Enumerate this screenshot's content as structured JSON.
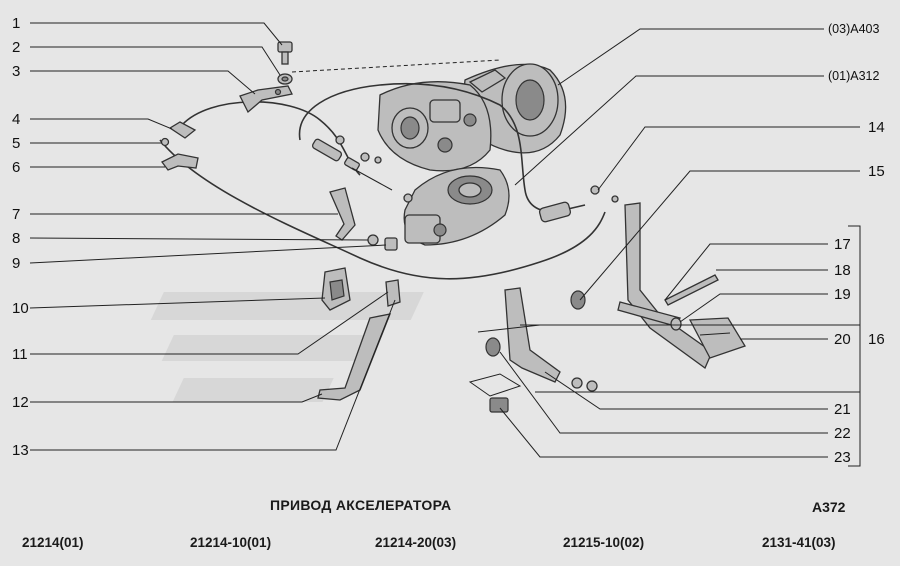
{
  "labels_left": [
    "1",
    "2",
    "3",
    "4",
    "5",
    "6",
    "7",
    "8",
    "9",
    "10",
    "11",
    "12",
    "13"
  ],
  "labels_right": [
    "14",
    "15",
    "17",
    "18",
    "19",
    "20",
    "21",
    "22",
    "23"
  ],
  "label_group": "16",
  "refs": [
    "(03)A403",
    "(01)A312"
  ],
  "title": "ПРИВОД АКСЕЛЕРАТОРА",
  "code": "A372",
  "models": [
    "21214(01)",
    "21214-10(01)",
    "21214-20(03)",
    "21215-10(02)",
    "2131-41(03)"
  ]
}
